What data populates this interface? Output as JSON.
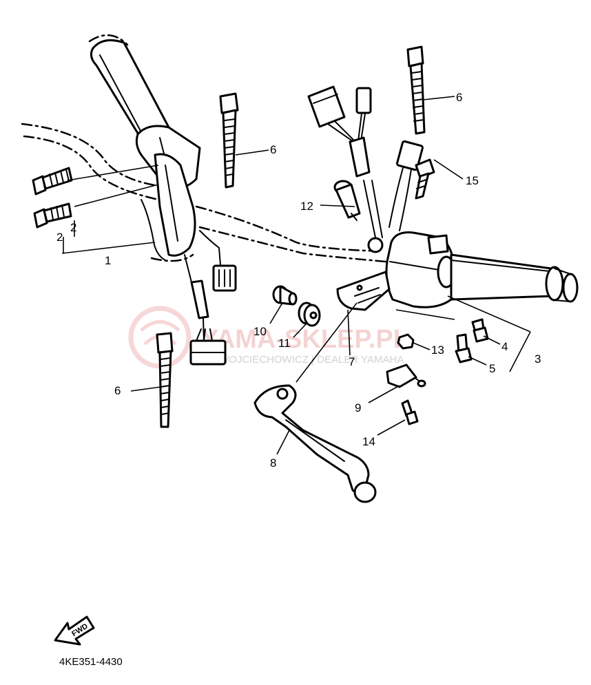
{
  "diagram": {
    "callouts": {
      "c1": "1",
      "c2a": "2",
      "c2b": "2",
      "c3": "3",
      "c4": "4",
      "c5": "5",
      "c6a": "6",
      "c6b": "6",
      "c6c": "6",
      "c7": "7",
      "c8": "8",
      "c9": "9",
      "c10": "10",
      "c11": "11",
      "c12": "12",
      "c13": "13",
      "c14": "14",
      "c15": "15"
    },
    "watermark": {
      "main": "YAMA-SKLEP.PL",
      "sub": "WOJCIECHOWICZ | DEALER YAMAHA"
    },
    "direction_label": "FWD",
    "drawing_code": "4KE351-4430"
  }
}
